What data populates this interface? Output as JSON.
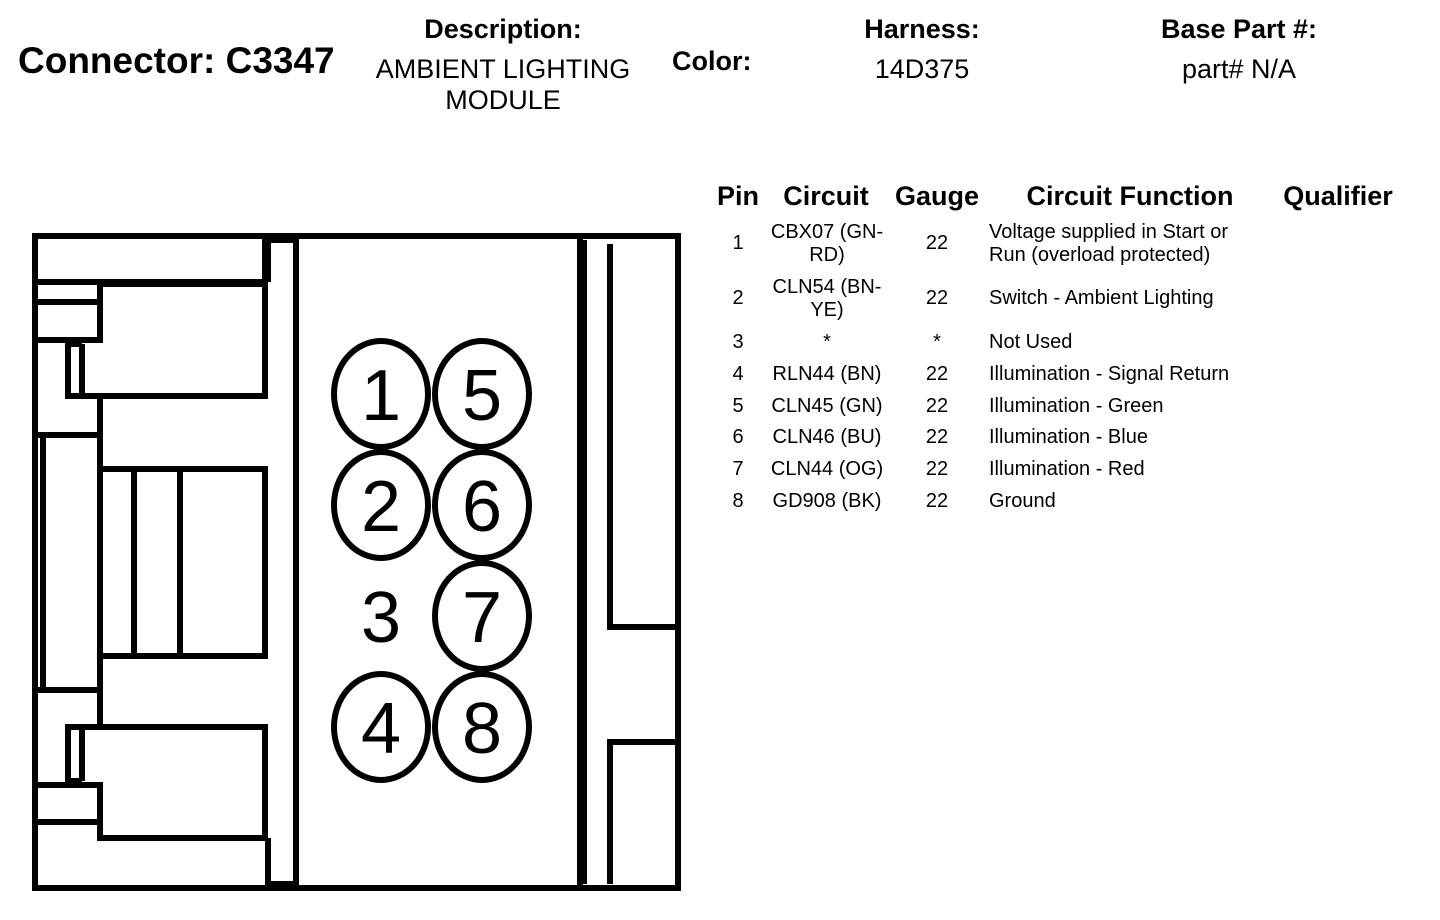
{
  "header": {
    "connector_label": "Connector: C3347",
    "description_label": "Description:",
    "description_line1": "AMBIENT LIGHTING",
    "description_line2": "MODULE",
    "color_label": "Color:",
    "harness_label": "Harness:",
    "harness_value": "14D375",
    "base_part_label": "Base Part #:",
    "base_part_value": "part# N/A"
  },
  "table": {
    "headers": {
      "pin": "Pin",
      "circuit": "Circuit",
      "gauge": "Gauge",
      "function": "Circuit Function",
      "qualifier": "Qualifier"
    },
    "rows": [
      {
        "pin": "1",
        "circuit_l1": "CBX07 (GN-",
        "circuit_l2": "RD)",
        "gauge": "22",
        "func_l1": "Voltage supplied in Start or",
        "func_l2": "Run (overload protected)"
      },
      {
        "pin": "2",
        "circuit_l1": "CLN54 (BN-",
        "circuit_l2": "YE)",
        "gauge": "22",
        "func_l1": "Switch - Ambient Lighting"
      },
      {
        "pin": "3",
        "circuit_l1": "*",
        "gauge": "*",
        "func_l1": "Not Used"
      },
      {
        "pin": "4",
        "circuit_l1": "RLN44 (BN)",
        "gauge": "22",
        "func_l1": "Illumination - Signal Return"
      },
      {
        "pin": "5",
        "circuit_l1": "CLN45 (GN)",
        "gauge": "22",
        "func_l1": "Illumination - Green"
      },
      {
        "pin": "6",
        "circuit_l1": "CLN46 (BU)",
        "gauge": "22",
        "func_l1": "Illumination - Blue"
      },
      {
        "pin": "7",
        "circuit_l1": "CLN44 (OG)",
        "gauge": "22",
        "func_l1": "Illumination - Red"
      },
      {
        "pin": "8",
        "circuit_l1": "GD908 (BK)",
        "gauge": "22",
        "func_l1": "Ground"
      }
    ]
  },
  "connector_face": {
    "pins": [
      "1",
      "2",
      "3",
      "4",
      "5",
      "6",
      "7",
      "8"
    ]
  }
}
